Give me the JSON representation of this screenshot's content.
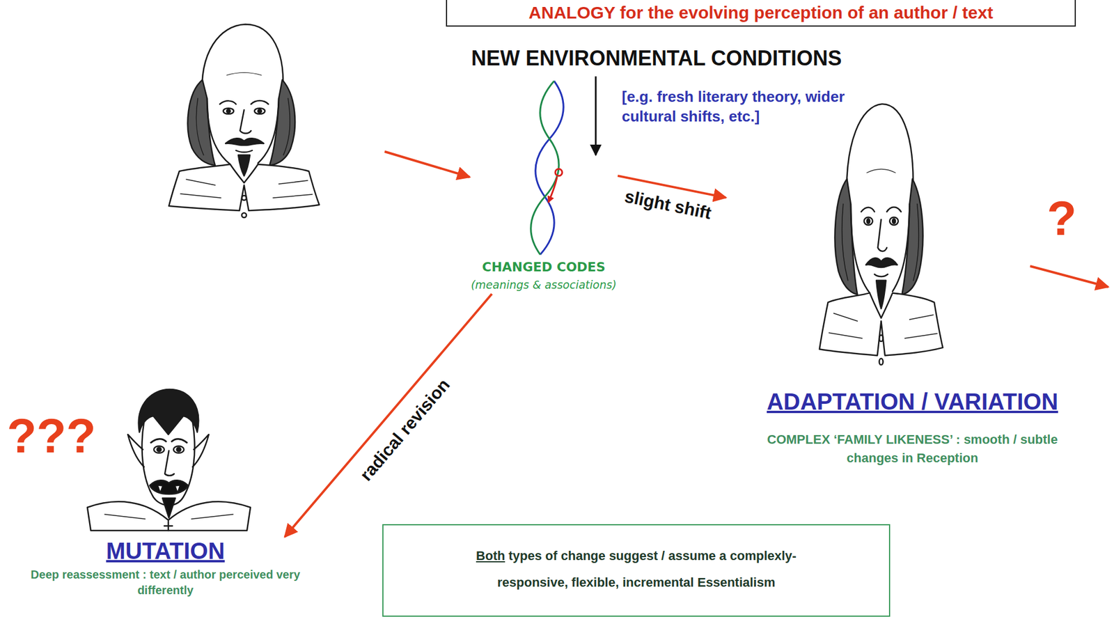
{
  "diagram": {
    "title": "ANALOGY for the evolving perception of an author / text",
    "nodes": [
      {
        "text": [
          "CHANGED CODES",
          "(meanings & associations)"
        ]
      },
      {
        "text": [
          "ADAPTATION / VARIATION",
          "COMPLEX ‘FAMILY LIKENESS’ : smooth / subtle changes in Reception"
        ]
      },
      {
        "text": [
          "MUTATION",
          "Deep reassessment : text / author perceived very differently"
        ]
      },
      {
        "text": [
          "Both types of change suggest / assume a complexly-responsive, flexible, incremental Essentialism"
        ]
      }
    ],
    "edges": [
      {
        "from": 0,
        "to": 1,
        "label": "slight shift",
        "arrow": "to"
      },
      {
        "from": 0,
        "to": 2,
        "label": "radical revision",
        "arrow": "to"
      }
    ],
    "labels": [
      "NEW ENVIRONMENTAL CONDITIONS",
      "[e.g. fresh literary theory, wider cultural shifts, etc.]",
      "?",
      "???"
    ]
  }
}
